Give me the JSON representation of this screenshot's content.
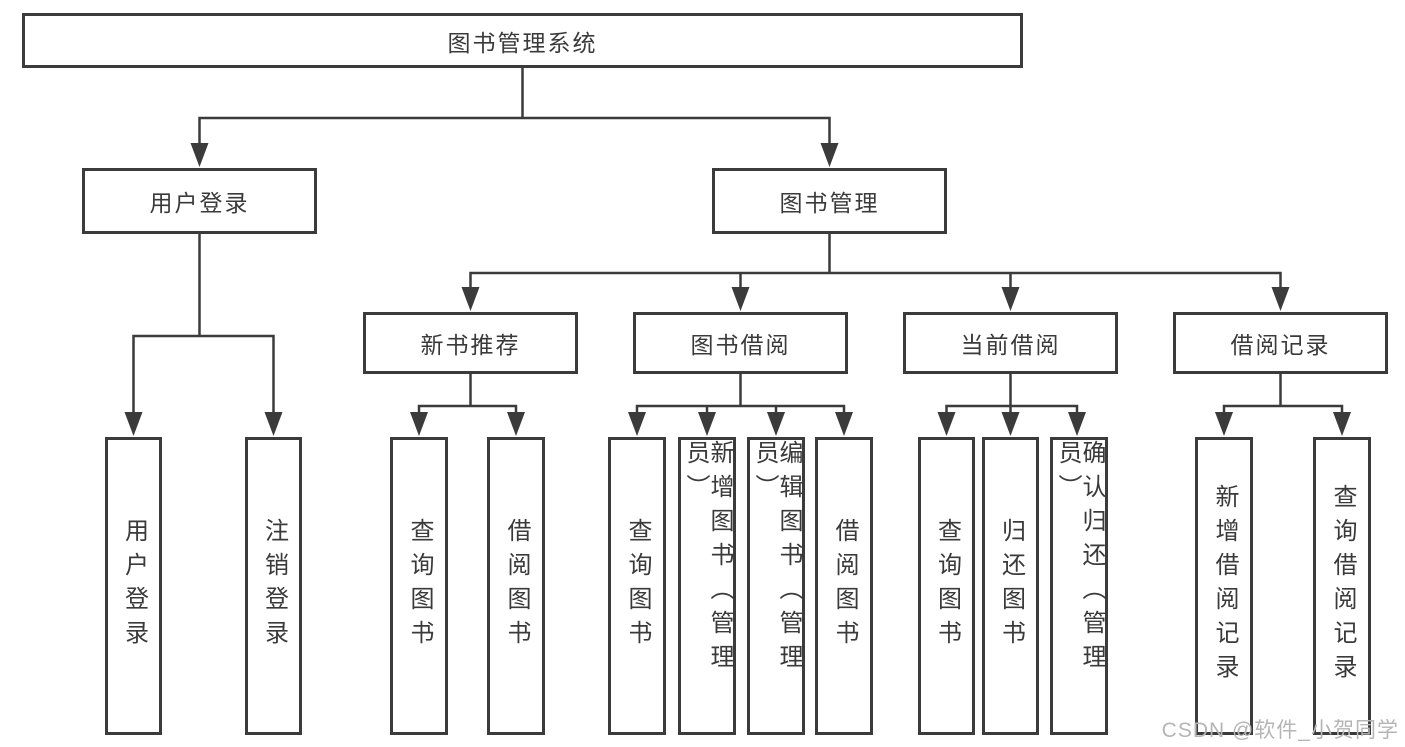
{
  "nodes": {
    "root": "图书管理系统",
    "l1": [
      "用户登录",
      "图书管理"
    ],
    "l2": [
      "新书推荐",
      "图书借阅",
      "当前借阅",
      "借阅记录"
    ],
    "leaf": [
      "用户登录",
      "注销登录",
      "查询图书",
      "借阅图书",
      "查询图书",
      "新增图书（管理员）",
      "编辑图书（管理员）",
      "借阅图书",
      "查询图书",
      "归还图书",
      "确认归还（管理员）",
      "新增借阅记录",
      "查询借阅记录"
    ]
  },
  "watermark": "CSDN @软件_小贺同学",
  "colors": {
    "line": "#3b3b3b",
    "text": "#3a3a3a",
    "background": "#ffffff",
    "watermark": "#b5b5b5"
  }
}
